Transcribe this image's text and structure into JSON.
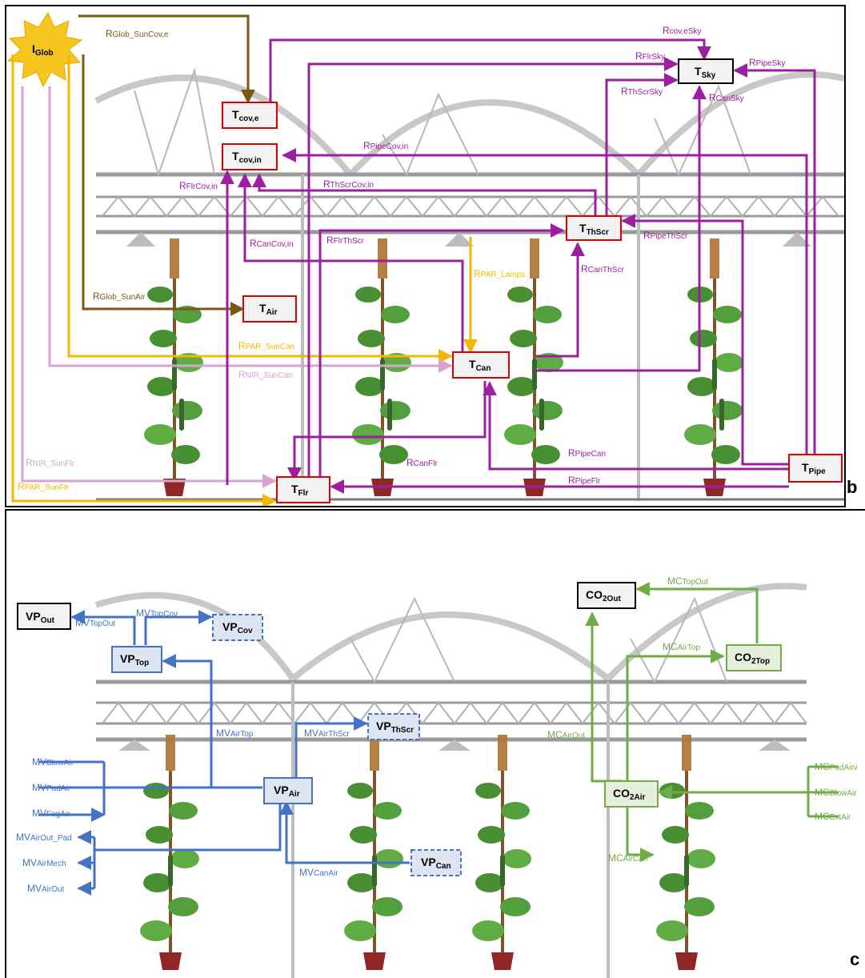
{
  "panel_b": {
    "letter": "b",
    "nodes": {
      "iglob": {
        "main": "I",
        "sub": "Glob"
      },
      "tcove": {
        "main": "T",
        "sub": "cov,e"
      },
      "tcovin": {
        "main": "T",
        "sub": "cov,in"
      },
      "tsky": {
        "main": "T",
        "sub": "Sky"
      },
      "tthscr": {
        "main": "T",
        "sub": "ThScr"
      },
      "tair": {
        "main": "T",
        "sub": "Air"
      },
      "tcan": {
        "main": "T",
        "sub": "Can"
      },
      "tflr": {
        "main": "T",
        "sub": "Flr"
      },
      "tpipe": {
        "main": "T",
        "sub": "Pipe"
      }
    },
    "labels": {
      "glob_suncov_e": {
        "main": "R",
        "sub": "Glob_SunCov,e"
      },
      "cov_esky": {
        "main": "R",
        "sub": "cov,eSky"
      },
      "flrsky": {
        "main": "R",
        "sub": "FlrSky"
      },
      "pipesky": {
        "main": "R",
        "sub": "PipeSky"
      },
      "thscrsky": {
        "main": "R",
        "sub": "ThScrSky"
      },
      "cansky": {
        "main": "R",
        "sub": "CanSky"
      },
      "pipecov_in": {
        "main": "R",
        "sub": "PipeCov,in"
      },
      "flrcov_in": {
        "main": "R",
        "sub": "FlrCov,in"
      },
      "thscrcov_in": {
        "main": "R",
        "sub": "ThScrCov,in"
      },
      "cancov_in": {
        "main": "R",
        "sub": "CanCov,in"
      },
      "flrthscr": {
        "main": "R",
        "sub": "FlrThScr"
      },
      "pipethscr": {
        "main": "R",
        "sub": "PipeThScr"
      },
      "par_lamps": {
        "main": "R",
        "sub": "PAR_Lamps"
      },
      "canthscr": {
        "main": "R",
        "sub": "CanThScr"
      },
      "glob_sunair": {
        "main": "R",
        "sub": "Glob_SunAir"
      },
      "par_suncan": {
        "main": "R",
        "sub": "PAR_SunCan"
      },
      "nir_suncan": {
        "main": "R",
        "sub": "NIR_SunCan"
      },
      "nir_sunflr": {
        "main": "R",
        "sub": "NIR_SunFlr"
      },
      "par_sunflr": {
        "main": "R",
        "sub": "PAR_SunFlr"
      },
      "canflr": {
        "main": "R",
        "sub": "CanFlr"
      },
      "pipecan": {
        "main": "R",
        "sub": "PipeCan"
      },
      "pipeflr": {
        "main": "R",
        "sub": "PipeFlr"
      }
    }
  },
  "panel_c": {
    "letter": "c",
    "nodes": {
      "vpout": {
        "main": "VP",
        "sub": "Out"
      },
      "vptop": {
        "main": "VP",
        "sub": "Top"
      },
      "vpcov": {
        "main": "VP",
        "sub": "Cov"
      },
      "vpthscr": {
        "main": "VP",
        "sub": "ThScr"
      },
      "vpair": {
        "main": "VP",
        "sub": "Air"
      },
      "vpcan": {
        "main": "VP",
        "sub": "Can"
      },
      "co2out": {
        "main": "CO",
        "sub": "2Out"
      },
      "co2top": {
        "main": "CO",
        "sub": "2Top"
      },
      "co2air": {
        "main": "CO",
        "sub": "2Air"
      }
    },
    "labels": {
      "topout": {
        "main": "MV",
        "sub": "TopOut"
      },
      "topcov": {
        "main": "MV",
        "sub": "TopCov"
      },
      "airtop": {
        "main": "MV",
        "sub": "AirTop"
      },
      "airthscr": {
        "main": "MV",
        "sub": "AirThScr"
      },
      "blowair": {
        "main": "MV",
        "sub": "BlowAir"
      },
      "padair": {
        "main": "MV",
        "sub": "PadAir"
      },
      "fogair": {
        "main": "MV",
        "sub": "FogAir"
      },
      "airout_pad": {
        "main": "MV",
        "sub": "AirOut_Pad"
      },
      "airmech": {
        "main": "MV",
        "sub": "AirMech"
      },
      "airout": {
        "main": "MV",
        "sub": "AirOut"
      },
      "canair": {
        "main": "MV",
        "sub": "CanAir"
      },
      "mc_topout": {
        "main": "MC",
        "sub": "TopOut"
      },
      "mc_airtop": {
        "main": "MC",
        "sub": "AirTop"
      },
      "mc_airout": {
        "main": "MC",
        "sub": "AirOut"
      },
      "mc_padair": {
        "main": "MC",
        "sub": "PadAirv"
      },
      "mc_blowair": {
        "main": "MC",
        "sub": "BlowAir"
      },
      "mc_extair": {
        "main": "MC",
        "sub": "ExtAir"
      },
      "mc_aircan": {
        "main": "MC",
        "sub": "AirCan"
      }
    }
  },
  "colors": {
    "purple": "#9b1f9e",
    "olive": "#7a5a12",
    "yellow": "#f5b800",
    "pink": "#d7a3cf",
    "blue": "#4472c4",
    "green": "#70ad47",
    "red_border": "#e00000",
    "node_fill": "#f2f2f2",
    "blue_fill": "#dde4f2",
    "green_fill": "#e6efdc"
  }
}
